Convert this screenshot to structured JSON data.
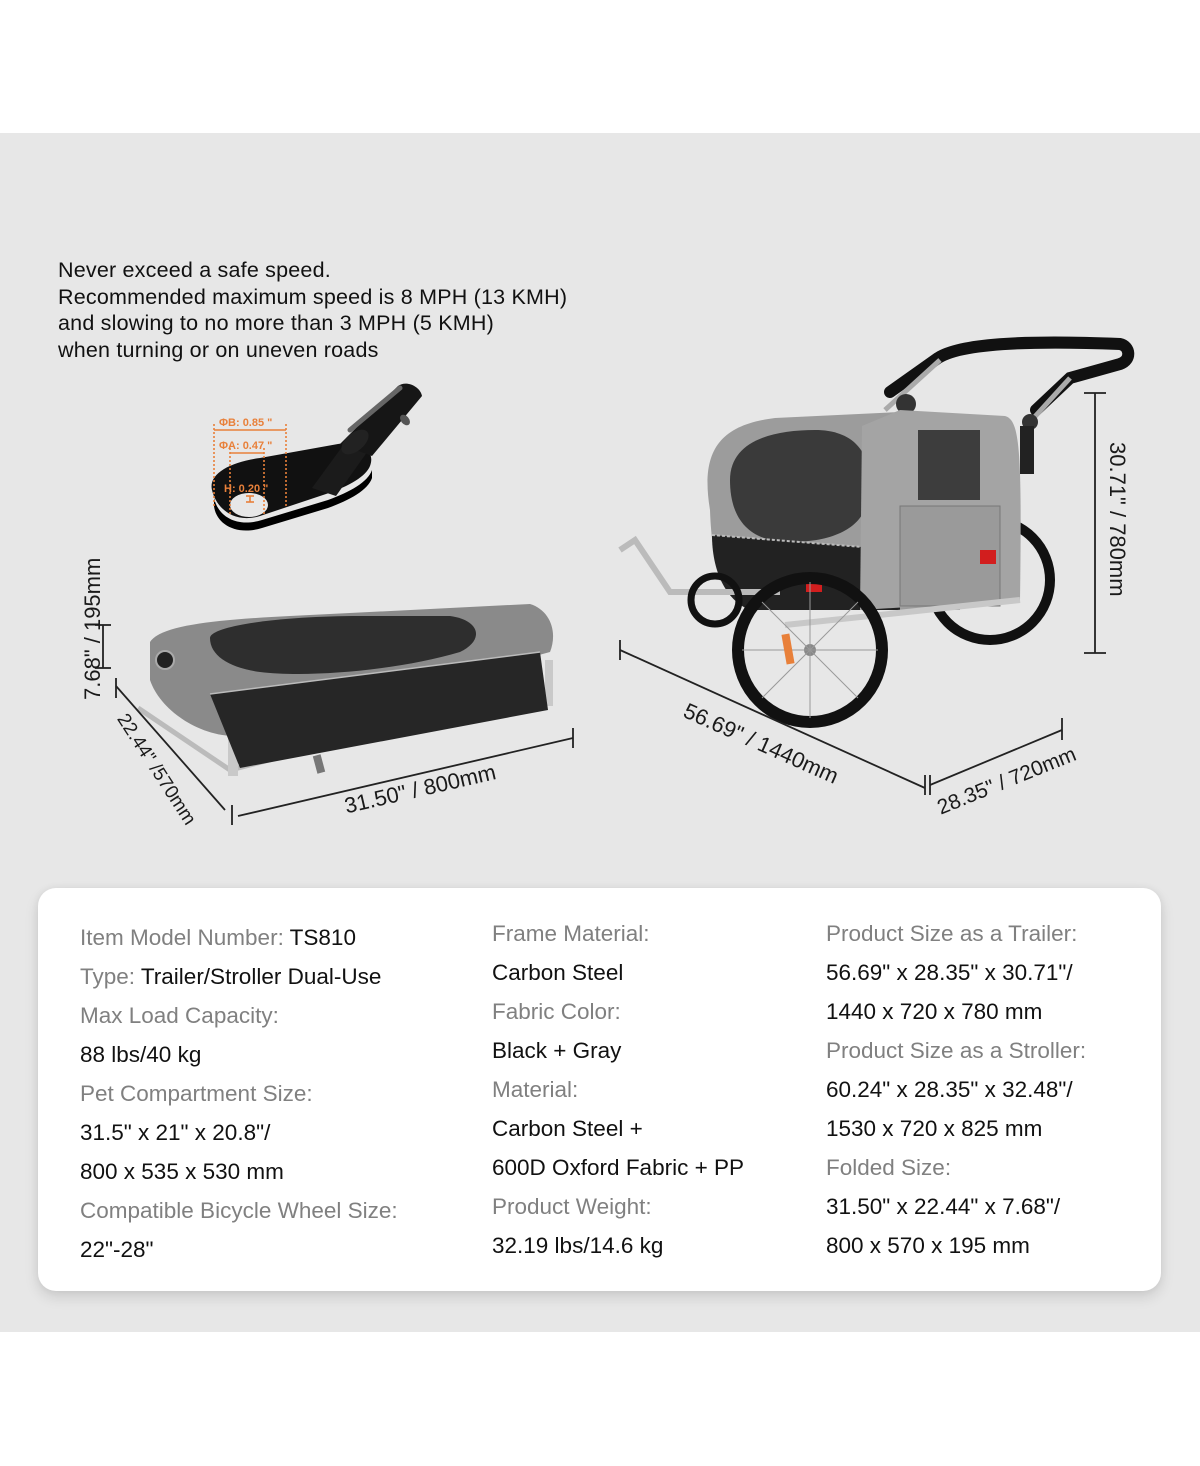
{
  "warning": {
    "lines": [
      "Never exceed a safe speed.",
      "Recommended maximum speed is 8 MPH (13 KMH)",
      "and slowing to no more than 3 MPH (5 KMH)",
      "when turning or on uneven roads"
    ]
  },
  "hitch": {
    "dim_b": "ΦB: 0.85 \"",
    "dim_a": "ΦA: 0.47 \"",
    "dim_h": "H: 0.20 \"",
    "accent_color": "#e8803a"
  },
  "folded": {
    "height": "7.68\" / 195mm",
    "depth": "22.44\" /570mm",
    "width": "31.50\" / 800mm"
  },
  "trailer": {
    "height": "30.71\" / 780mm",
    "length": "56.69\" / 1440mm",
    "width": "28.35\" / 720mm"
  },
  "specs": {
    "col1": {
      "model_label": "Item Model Number: ",
      "model_value": "TS810",
      "type_label": "Type: ",
      "type_value": "Trailer/Stroller Dual-Use",
      "load_label": "Max Load Capacity:",
      "load_value": "88 lbs/40 kg",
      "compartment_label": "Pet Compartment Size:",
      "compartment_value_1": "31.5\" x 21\" x 20.8\"/",
      "compartment_value_2": "800 x 535 x 530 mm",
      "wheel_label": "Compatible Bicycle Wheel Size:",
      "wheel_value": "22\"-28\""
    },
    "col2": {
      "frame_label": "Frame Material:",
      "frame_value": "Carbon Steel",
      "color_label": "Fabric Color:",
      "color_value": "Black + Gray",
      "material_label": "Material:",
      "material_value_1": "Carbon Steel +",
      "material_value_2": "600D Oxford Fabric + PP",
      "weight_label": "Product Weight:",
      "weight_value": "32.19 lbs/14.6 kg"
    },
    "col3": {
      "trailer_label": "Product Size as a Trailer:",
      "trailer_value_1": "56.69\" x 28.35\" x 30.71\"/",
      "trailer_value_2": "1440 x 720 x 780 mm",
      "stroller_label": "Product Size as a Stroller:",
      "stroller_value_1": "60.24\" x 28.35\" x 32.48\"/",
      "stroller_value_2": "1530 x 720 x 825 mm",
      "folded_label": "Folded Size:",
      "folded_value_1": "31.50\" x 22.44\" x 7.68\"/",
      "folded_value_2": "800 x 570 x 195 mm"
    }
  }
}
